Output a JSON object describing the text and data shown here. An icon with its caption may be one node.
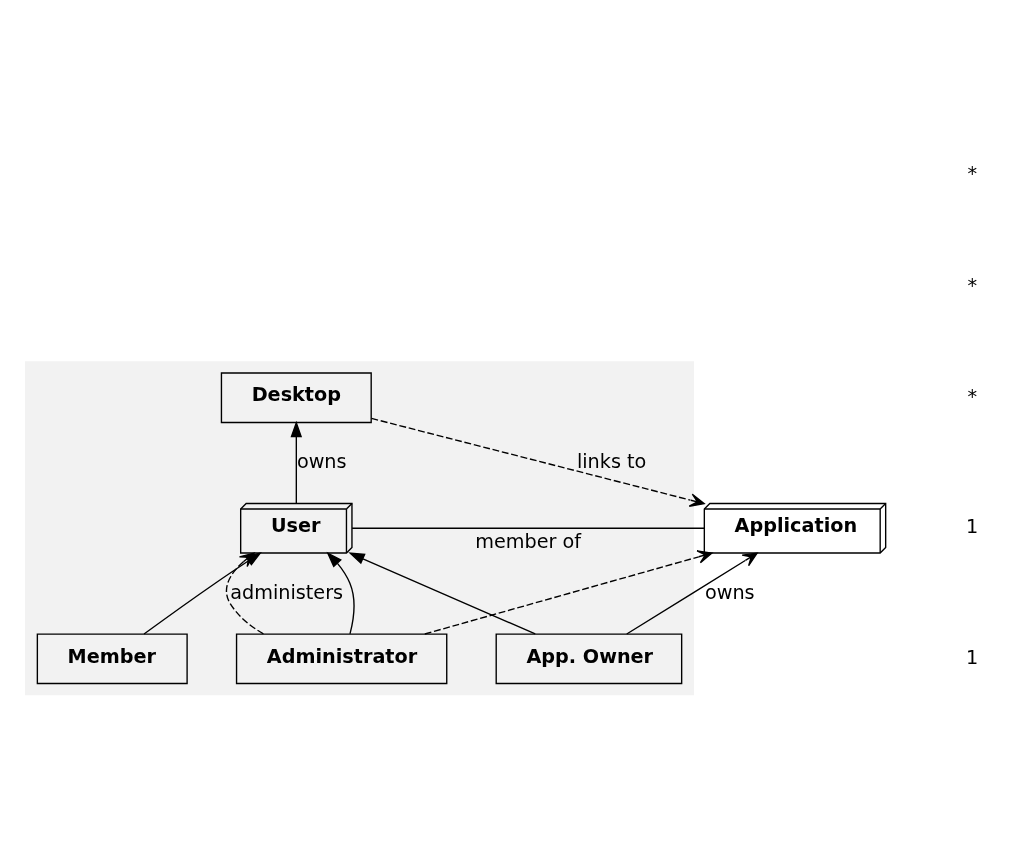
{
  "diagram": {
    "nodes": [
      {
        "text": [],
        "shape": "box"
      },
      {
        "text": [
          "Desktop"
        ],
        "in": 0
      },
      {
        "text": [
          "User"
        ],
        "in": 0
      },
      {
        "text": [
          "Application"
        ]
      },
      {
        "text": [
          "Administrator"
        ],
        "in": 0
      },
      {
        "text": [
          "App. Owner"
        ],
        "in": 0
      },
      {
        "text": [
          "Member"
        ],
        "in": 0
      }
    ],
    "edges": [
      {
        "from": 2,
        "to": 1,
        "arrow": "to",
        "label": "owns"
      },
      {
        "from": 1,
        "to": 3,
        "arrow": "to",
        "label": "links to",
        "style": "dashed"
      },
      {
        "from": 2,
        "to": 3,
        "arrow": "none",
        "label": "member of"
      },
      {
        "from": 4,
        "to": 2,
        "arrow": "to",
        "label": "administers",
        "style": "dashed"
      },
      {
        "from": 4,
        "to": 3,
        "arrow": "to",
        "style": "dashed"
      },
      {
        "from": 5,
        "to": 3,
        "arrow": "to",
        "label": "owns"
      },
      {
        "from": 4,
        "to": 2,
        "arrow": "to"
      },
      {
        "from": 5,
        "to": 2,
        "arrow": "to"
      },
      {
        "from": 6,
        "to": 2,
        "arrow": "to"
      }
    ],
    "labels": [
      "1",
      "1",
      "*",
      "*",
      "*"
    ]
  }
}
